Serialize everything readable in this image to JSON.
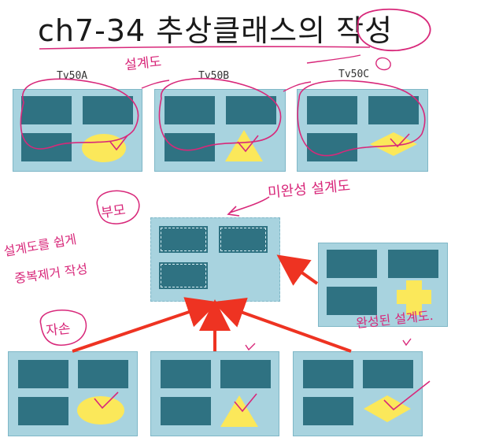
{
  "title": "ch7-34 추상클래스의 작성",
  "tv_labels": [
    "Tv50A",
    "Tv50B",
    "Tv50C"
  ],
  "annotations": {
    "design_plan": "설계도",
    "incomplete_design": "미완성 설계도",
    "parent": "부모",
    "make_design_easy": "설계도를 쉽게",
    "write_simply": "중복제거 작성",
    "child": "자손",
    "complete_design": "완성된 설계도."
  },
  "colors": {
    "panel_bg": "#a8d3df",
    "screen": "#2f7282",
    "shape_yellow": "#fbe85a",
    "arrow_red": "#ee3322",
    "ink_pink": "#d8287a"
  }
}
